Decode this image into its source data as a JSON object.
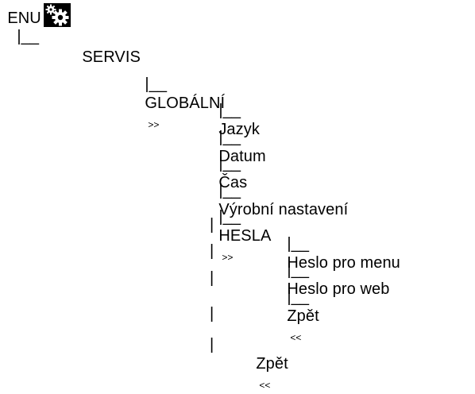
{
  "tree": {
    "root": {
      "label": "MENU",
      "visible": "ENU"
    },
    "servis": {
      "prefix": "|__",
      "label": "SERVIS",
      "icon": "gears-icon"
    },
    "globalni": {
      "prefix": "|__",
      "label": "GLOBÁLNÍ",
      "arrow": ">>"
    },
    "items": [
      {
        "prefix": "|__",
        "label": "Jazyk"
      },
      {
        "prefix": "|__",
        "label": "Datum"
      },
      {
        "prefix": "|__",
        "label": "Čas"
      },
      {
        "prefix": "|__",
        "label": "Výrobní nastavení"
      }
    ],
    "hesla": {
      "prefix": "|__",
      "label": "HESLA",
      "arrow": ">>"
    },
    "hesla_items": [
      {
        "prefix": "|__",
        "label": "Heslo pro menu"
      },
      {
        "prefix": "|__",
        "label": "Heslo pro web"
      },
      {
        "prefix": "|__",
        "label": "Zpět",
        "arrow": "<<"
      }
    ],
    "pipe": "|",
    "back": {
      "label": "Zpět",
      "arrow": "<<"
    }
  },
  "colors": {
    "text": "#000000",
    "background": "#ffffff",
    "icon": "#000000"
  }
}
